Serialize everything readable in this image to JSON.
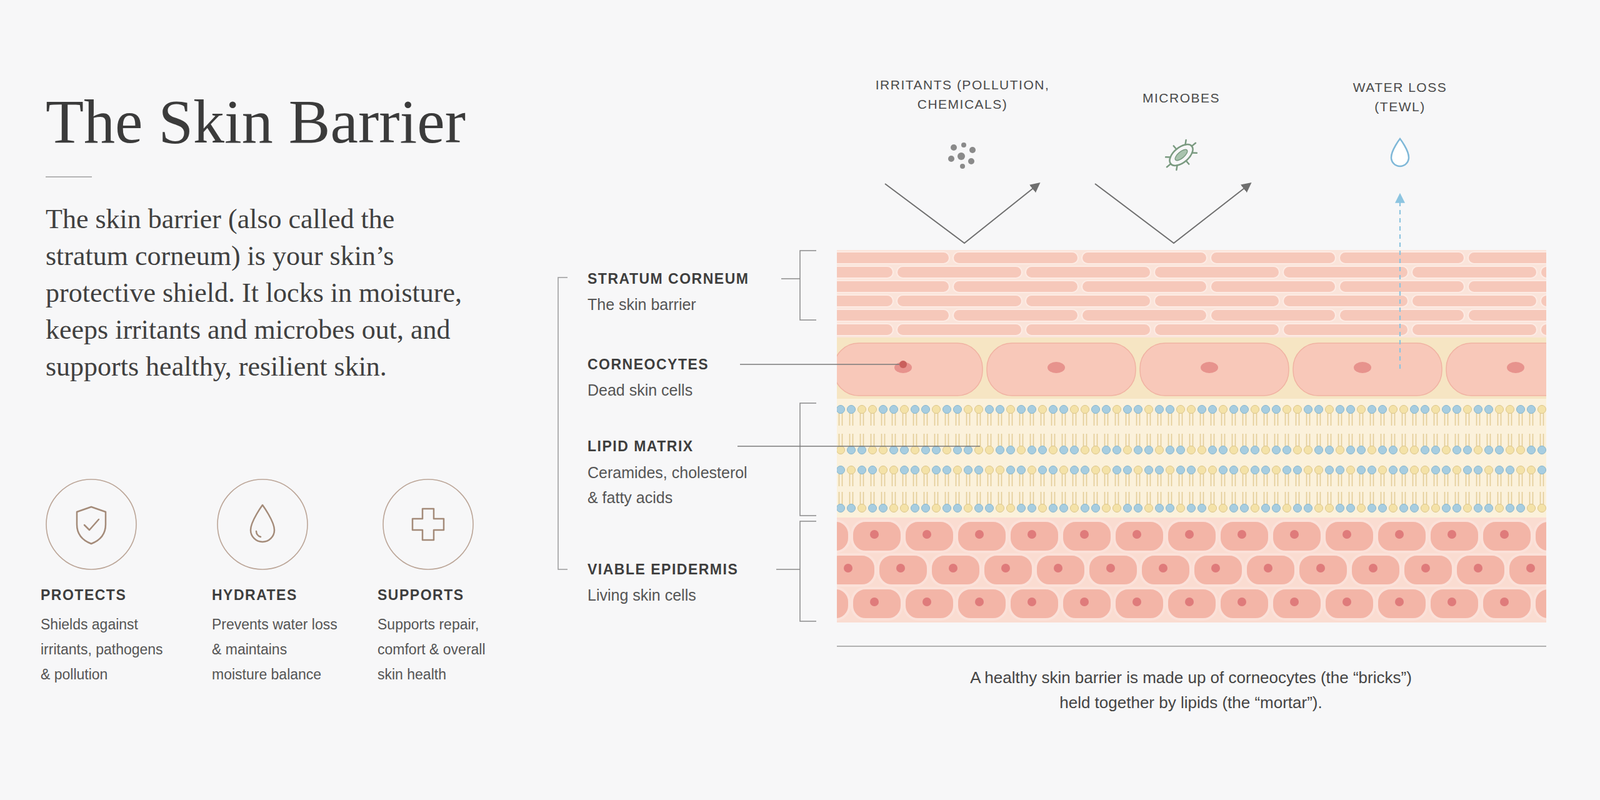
{
  "diagram": {
    "title": "The Skin Barrier",
    "caption": "A healthy skin barrier is made up of corneocytes (the “bricks”) held together by lipids (the “mortar”).",
    "nodes": [
      {
        "text": [
          "PROTECTS",
          "Shields against irritants, pathogens & pollution"
        ]
      },
      {
        "text": [
          "HYDRATES",
          "Prevents water loss & maintains moisture balance"
        ]
      },
      {
        "text": [
          "SUPPORTS",
          "Supports repair, comfort & overall skin health"
        ]
      }
    ],
    "labels": [
      "The skin barrier (also called the stratum corneum) is your skin’s protective shield. It locks in moisture, keeps irritants and microbes out, and supports healthy, resilient skin.",
      "IRRITANTS (POLLUTION, CHEMICALS)",
      "MICROBES",
      "WATER LOSS (TEWL)",
      "STRATUM CORNEUM",
      "The skin barrier",
      "CORNEOCYTES",
      "Dead skin cells",
      "LIPID MATRIX",
      "Ceramides, cholesterol & fatty acids",
      "VIABLE EPIDERMIS",
      "Living skin cells"
    ]
  }
}
